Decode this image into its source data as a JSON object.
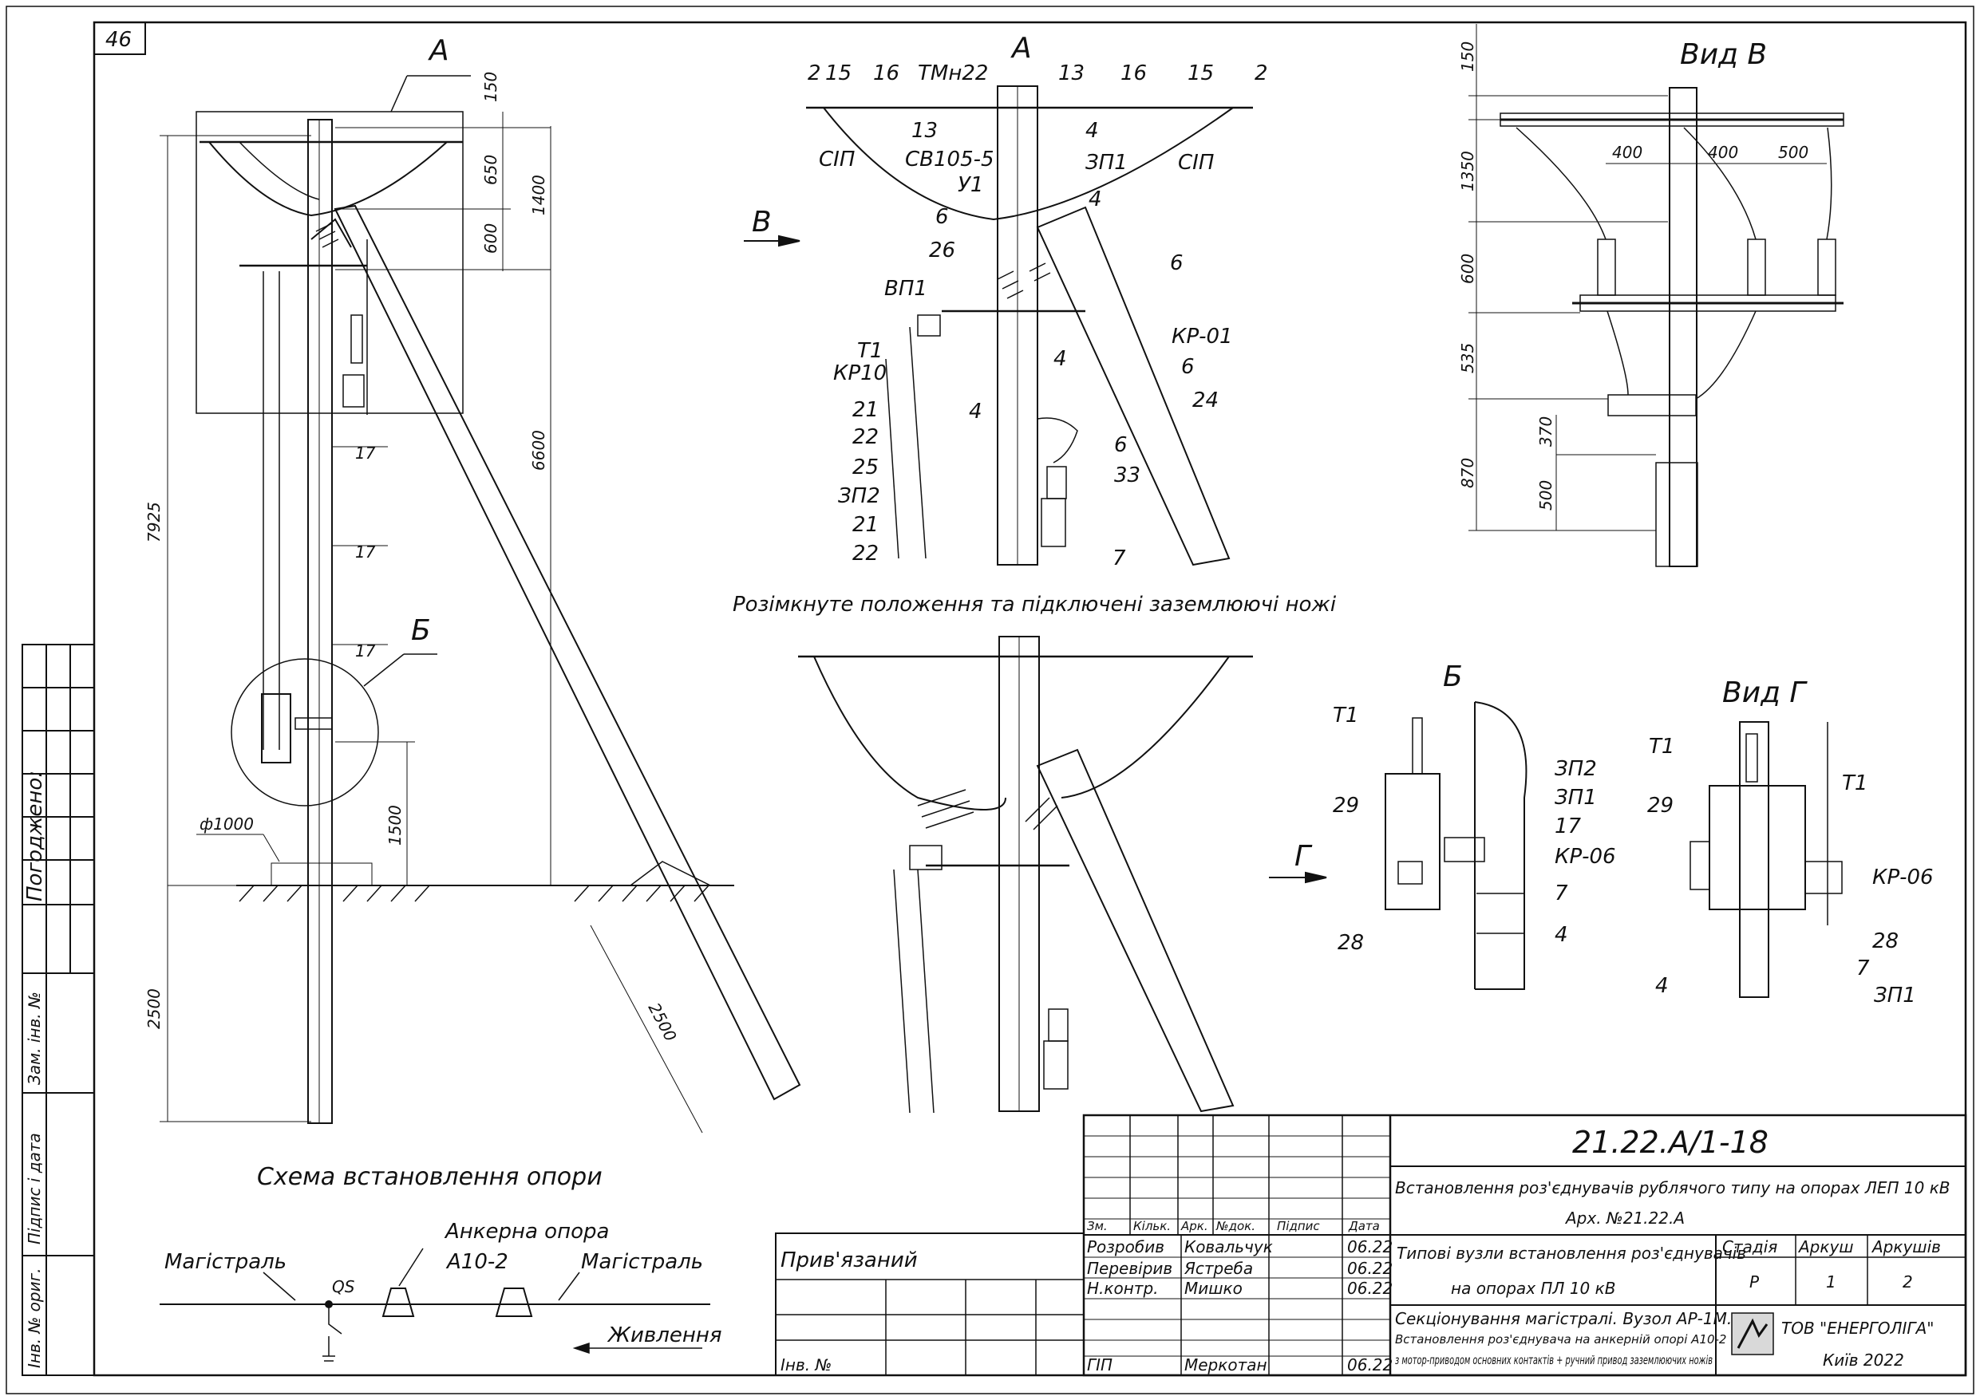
{
  "sheet": {
    "page_number": "46",
    "side_labels": {
      "agreed": "Погоджено:",
      "ref_no": "Зам. інв. №",
      "sign_date": "Підпис і дата",
      "orig_no": "Інв. № ориг."
    }
  },
  "views": {
    "main_title": "Схема встановлення опори",
    "view_a": "А",
    "view_a_left": "А",
    "view_b": "Вид В",
    "view_b_short": "В",
    "detail_b": "Б",
    "detail_b_left": "Б",
    "view_g": "Вид Г",
    "view_g_short": "Г",
    "open_caption": "Розімкнуте положення та підключені заземлюючі ножі"
  },
  "dims": {
    "left": [
      "150",
      "650",
      "600",
      "1400",
      "6600",
      "7925",
      "1500",
      "2500",
      "2500"
    ],
    "diameter": "ф1000",
    "view_b": [
      "150",
      "1350",
      "600",
      "535",
      "870",
      "370",
      "500",
      "400",
      "400",
      "500"
    ]
  },
  "callouts": {
    "left": [
      "17",
      "17",
      "17"
    ],
    "view_a": [
      "2",
      "15",
      "16",
      "ТМн22",
      "13",
      "16",
      "15",
      "2",
      "13",
      "4",
      "СІП",
      "СВ105-5",
      "ЗП1",
      "СІП",
      "У1",
      "4",
      "6",
      "6",
      "26",
      "ВП1",
      "КР-01",
      "Т1",
      "КР10",
      "4",
      "6",
      "21",
      "4",
      "24",
      "22",
      "6",
      "25",
      "33",
      "ЗП2",
      "21",
      "7",
      "22"
    ],
    "detail_b": [
      "Т1",
      "ЗП2",
      "29",
      "ЗП1",
      "17",
      "КР-06",
      "7",
      "28",
      "4"
    ],
    "view_g": [
      "Т1",
      "Т1",
      "29",
      "КР-06",
      "28",
      "7",
      "4",
      "ЗП1"
    ]
  },
  "schematic": {
    "anchor_support": "Анкерна опора",
    "support_type": "А10-2",
    "main_left": "Магістраль",
    "main_right": "Магістраль",
    "switch": "QS",
    "supply": "Живлення"
  },
  "title_block": {
    "code": "21.22.А/1-18",
    "project_title": "Встановлення роз'єднувачів рублячого типу на опорах ЛЕП 10 кВ",
    "archive": "Арх. №21.22.А",
    "headers": [
      "Зм.",
      "Кільк.",
      "Арк.",
      "№док.",
      "Підпис",
      "Дата"
    ],
    "rows": [
      {
        "role": "Розробив",
        "name": "Ковальчук",
        "date": "06.22"
      },
      {
        "role": "Перевірив",
        "name": "Ястреба",
        "date": "06.22"
      },
      {
        "role": "Н.контр.",
        "name": "Мишко",
        "date": "06.22"
      },
      {
        "role": "ГІП",
        "name": "Меркотан",
        "date": "06.22"
      }
    ],
    "linked": "Прив'язаний",
    "inv_no": "Інв. №",
    "section_title_1": "Типові вузли встановлення роз'єднувачів",
    "section_title_2": "на опорах ПЛ 10 кВ",
    "stage_h": "Стадія",
    "sheet_h": "Аркуш",
    "sheets_h": "Аркушів",
    "stage": "Р",
    "sheet_no": "1",
    "sheets": "2",
    "desc_1": "Секціонування магістралі. Вузол АР-1М.",
    "desc_2": "Встановлення роз'єднувача на анкерній опорі А10-2",
    "desc_3": "з мотор-приводом основних контактів + ручний привод заземлюючих ножів",
    "company": "ТОВ \"ЕНЕРГОЛІГА\"",
    "city": "Київ 2022"
  }
}
